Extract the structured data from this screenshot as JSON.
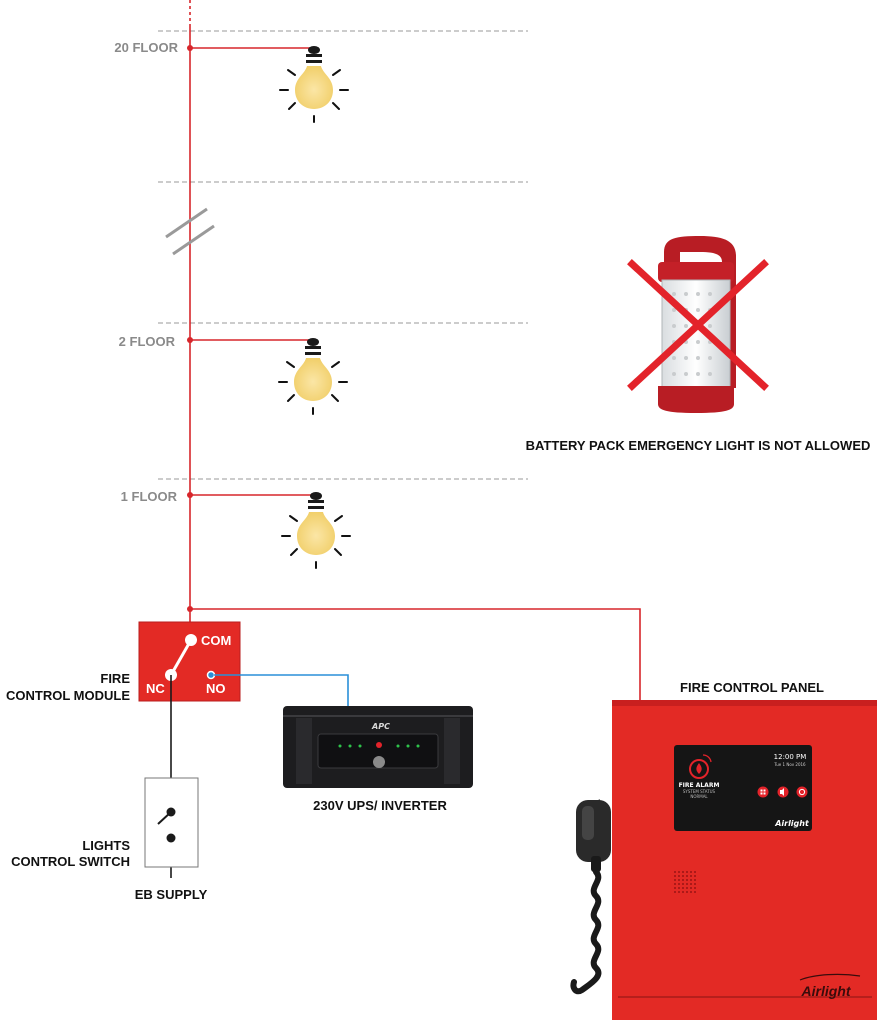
{
  "floors": [
    "20 FLOOR",
    "2 FLOOR",
    "1 FLOOR"
  ],
  "notice": "BATTERY PACK EMERGENCY LIGHT IS NOT ALLOWED",
  "module": {
    "title_line1": "FIRE",
    "title_line2": "CONTROL MODULE",
    "com": "COM",
    "nc": "NC",
    "no": "NO"
  },
  "switch": {
    "line1": "LIGHTS",
    "line2": "CONTROL SWITCH"
  },
  "eb_supply": "EB SUPPLY",
  "ups": {
    "label": "230V UPS/ INVERTER",
    "brand": "APC"
  },
  "panel": {
    "title": "FIRE CONTROL PANEL",
    "screen_title": "FIRE ALARM",
    "screen_status": "SYSTEM STATUS",
    "screen_status2": "NORMAL",
    "time": "12:00 PM",
    "date": "Tue 1 Nov 2016",
    "brand": "Airlight",
    "screen_brand": "Airlight"
  },
  "colors": {
    "wire_red": "#d7262b",
    "wire_blue": "#2a8fd8",
    "panel_red": "#e32a25",
    "floor_label": "#8a8a8a",
    "bulb_yellow": "#f6d77a"
  }
}
